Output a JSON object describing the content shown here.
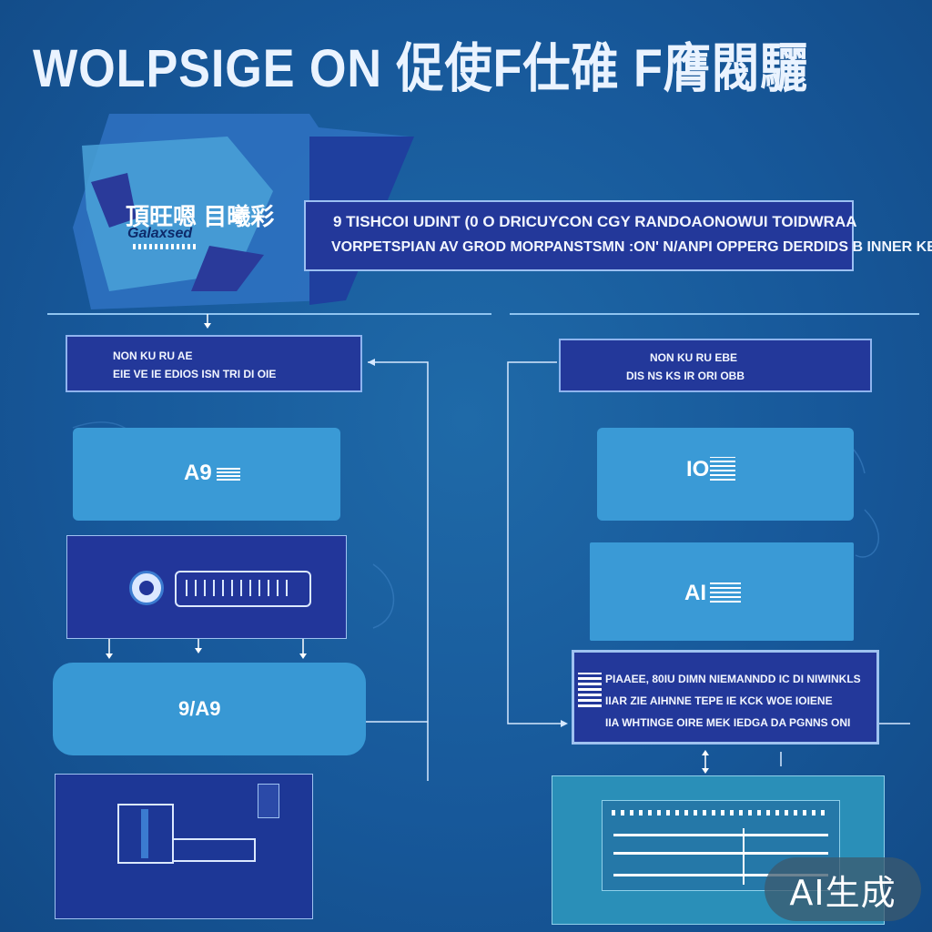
{
  "header": {
    "title": "WOLPSIGE ON 促使F仕碓 F膺閥驪"
  },
  "hero": {
    "tag_line1": "頂旺嗯 目曦彩",
    "tag_line2": "Galaxsed"
  },
  "banner": {
    "line1": "9 TISHCOI UDINT (0 O DRICUYCON  CGY RANDOAONOWUI TOIDWRAA",
    "line2": "VORPETSPIAN AV GROD MORPANSTSMN :ON' N/ANPI  OPPERG DERDIDS B INNER KE"
  },
  "left": {
    "box1_line1": "NON  KU  RU                               AE",
    "box1_line2": "EIE  VE  IE  EDIOS ISN  TRI  DI  OIE",
    "box2_label": "A9",
    "box4_label": "9/A9"
  },
  "right": {
    "box1_line1": "NON  KU  RU  EBE",
    "box1_line2": "DIS  NS  KS  IR ORI  OBB",
    "box2_label": "IO",
    "box3_label": "AI",
    "box4_line1": "PIAAEE, 80IU DIMN NIEMANNDD IC DI NIWINKLS",
    "box4_line2": "IIAR ZIE AIHNNE TEPE IE KCK WOE IOIENE",
    "box4_line3": "IIA  WHTINGE OIRE MEK IEDGA DA PGNNS ONI"
  },
  "badge": {
    "label": "AI生成"
  },
  "colors": {
    "background": "#17589a",
    "panel_dark": "#23389a",
    "panel_light": "#3a9ad6",
    "accent_line": "#8fb4ee"
  }
}
